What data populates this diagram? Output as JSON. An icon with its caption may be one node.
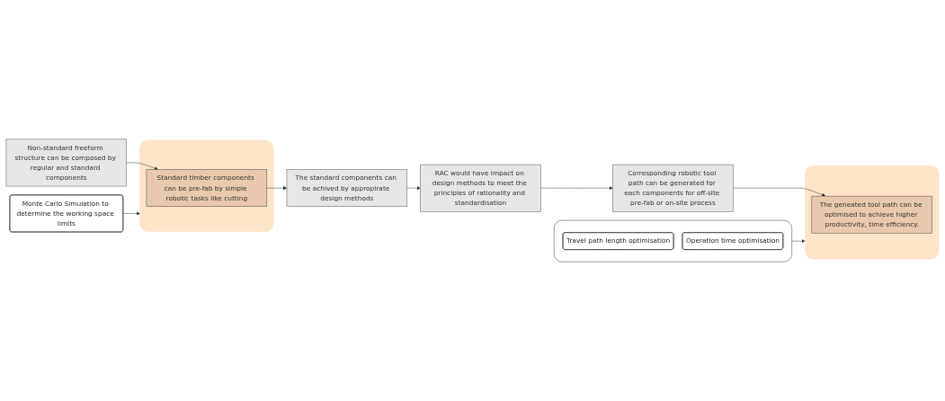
{
  "diagram": {
    "nodes": [
      {
        "text": [
          "Non-standard freeform structure can be composed by regular and standard components"
        ]
      },
      {
        "text": [],
        "shape": "box"
      },
      {
        "text": [
          "Standard timber components can be pre-fab by simple robotic tasks like cutting"
        ],
        "in": 1
      },
      {
        "text": [
          "Monte Carlo Simulation to determine the working space limits"
        ]
      },
      {
        "text": [
          "The standard components can be achived by appropirate design methods"
        ]
      },
      {
        "text": [
          "RAC would have impact on design methods to meet the principles of rationality and standardisation"
        ]
      },
      {
        "text": [
          "Corresponding robotic tool path can be generated for each components for off-site pre-fab or on-site process"
        ]
      },
      {
        "text": [],
        "shape": "box"
      },
      {
        "text": [
          "The geneated tool path can be optimised to achieve higher productivity, time efficiency."
        ],
        "in": 7
      },
      {
        "text": [],
        "shape": "box"
      },
      {
        "text": [
          "Travel path length optimisation"
        ],
        "in": 9
      },
      {
        "text": [
          "Operation time optimisation"
        ],
        "in": 9
      }
    ],
    "edges": [
      {
        "from": 0,
        "to": 2,
        "arrow": "to"
      },
      {
        "from": 3,
        "to": 1,
        "arrow": "to"
      },
      {
        "from": 2,
        "to": 4,
        "arrow": "to"
      },
      {
        "from": 4,
        "to": 5,
        "arrow": "to"
      },
      {
        "from": 5,
        "to": 6,
        "arrow": "to"
      },
      {
        "from": 6,
        "to": 8,
        "arrow": "to"
      },
      {
        "from": 9,
        "to": 7,
        "arrow": "to"
      }
    ]
  }
}
